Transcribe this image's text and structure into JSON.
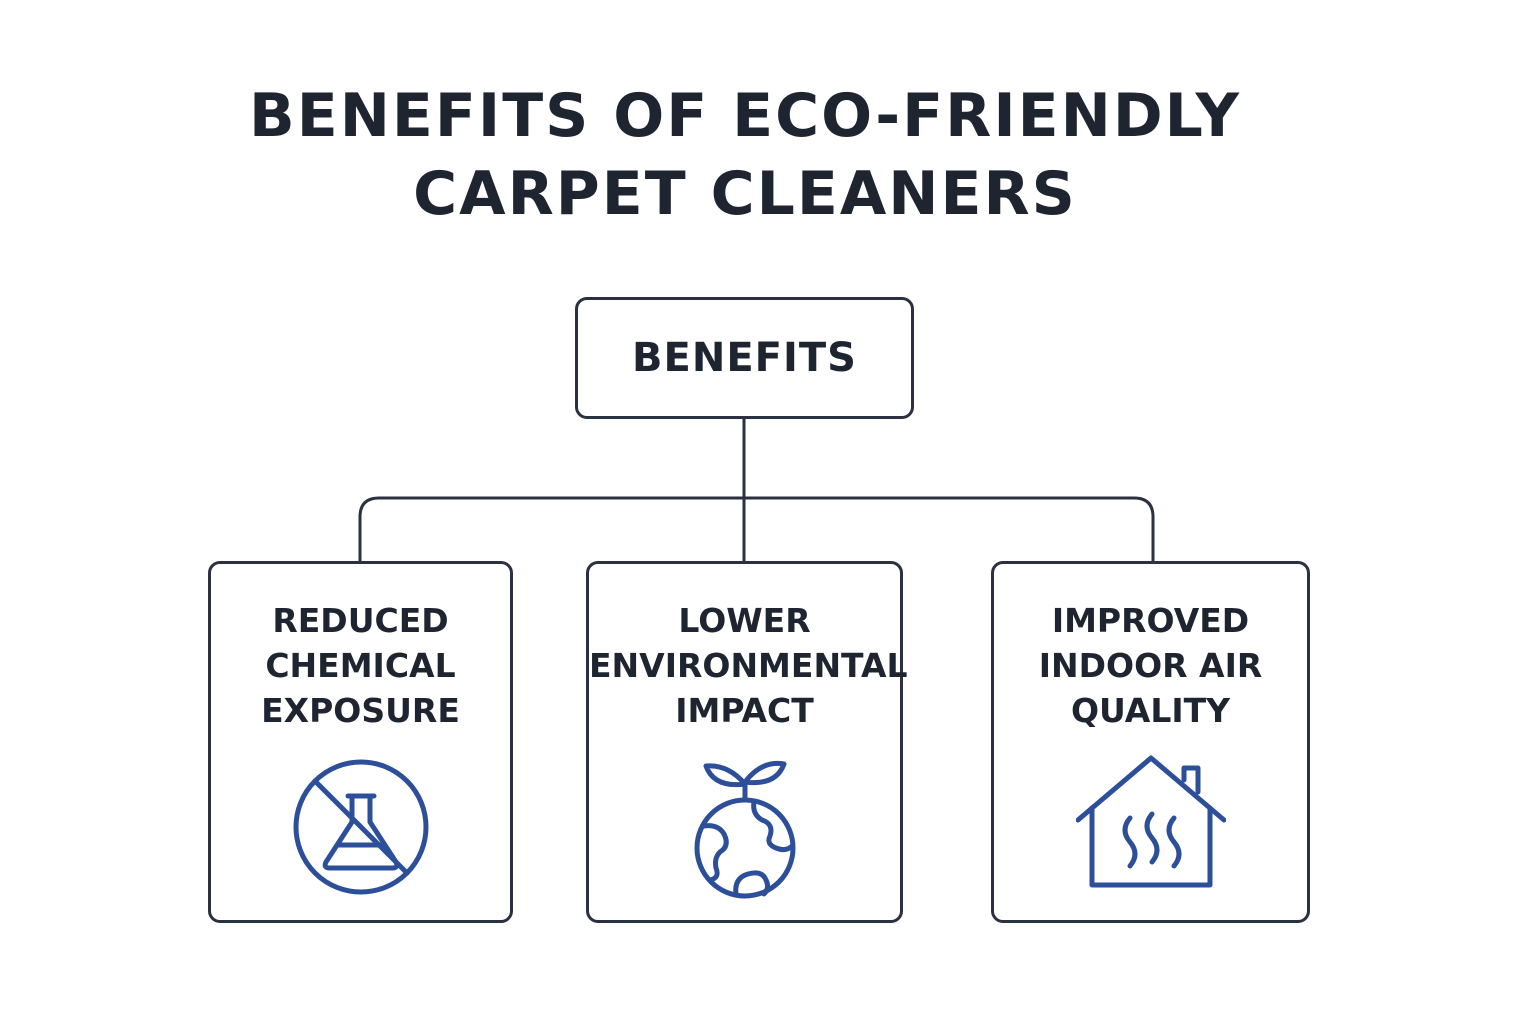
{
  "title": {
    "line1": "BENEFITS OF ECO-FRIENDLY",
    "line2": "CARPET CLEANERS"
  },
  "root": {
    "label": "BENEFITS"
  },
  "benefits": [
    {
      "lines": [
        "REDUCED",
        "CHEMICAL",
        "EXPOSURE"
      ],
      "icon": "no-chemicals-icon"
    },
    {
      "lines": [
        "LOWER",
        "ENVIRONMENTAL",
        "IMPACT"
      ],
      "icon": "globe-sprout-icon"
    },
    {
      "lines": [
        "IMPROVED",
        "INDOOR AIR",
        "QUALITY"
      ],
      "icon": "house-air-icon"
    }
  ],
  "colors": {
    "text": "#1f2530",
    "border": "#2b3140",
    "icon": "#2d4f9a",
    "background": "#ffffff"
  }
}
